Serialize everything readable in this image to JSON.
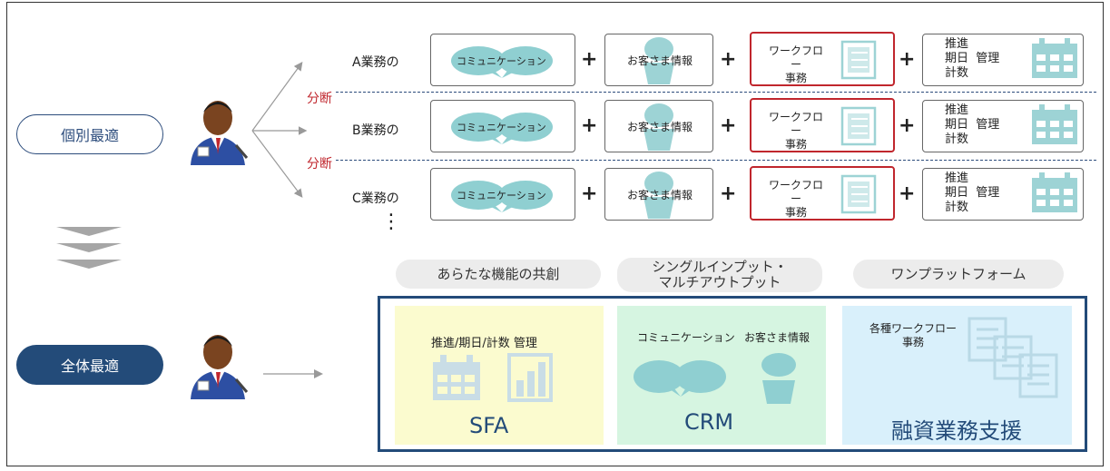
{
  "left": {
    "individual_label": "個別最適",
    "overall_label": "全体最適"
  },
  "split_label": "分断",
  "rows": [
    {
      "label": "A業務の"
    },
    {
      "label": "B業務の"
    },
    {
      "label": "C業務の"
    }
  ],
  "row_items": {
    "communication": "コミュニケーション",
    "customer_info": "お客さま情報",
    "workflow_line1": "ワークフロー",
    "workflow_line2": "事務",
    "progress_line1": "推進",
    "progress_line2": "期日",
    "progress_line3": "計数",
    "progress_manage": "管理",
    "plus": "+"
  },
  "ellipsis": "⋮",
  "captions": {
    "cocreate": "あらたな機能の共創",
    "single_input_line1": "シングルインプット・",
    "single_input_line2": "マルチアウトプット",
    "one_platform": "ワンプラットフォーム"
  },
  "panels": {
    "sfa": {
      "subtitle": "推進/期日/計数 管理",
      "title": "SFA",
      "bg": "#fbfbcf"
    },
    "crm": {
      "subtitle1": "コミュニケーション",
      "subtitle2": "お客さま情報",
      "title": "CRM",
      "bg": "#d6f5e1"
    },
    "loan": {
      "subtitle_line1": "各種ワークフロー",
      "subtitle_line2": "事務",
      "title": "融資業務支援",
      "bg": "#d9f0fb"
    }
  },
  "colors": {
    "navy": "#234b79",
    "teal": "#8fcfd1",
    "red": "#c0262d",
    "teal_light": "#9dd3d5"
  }
}
